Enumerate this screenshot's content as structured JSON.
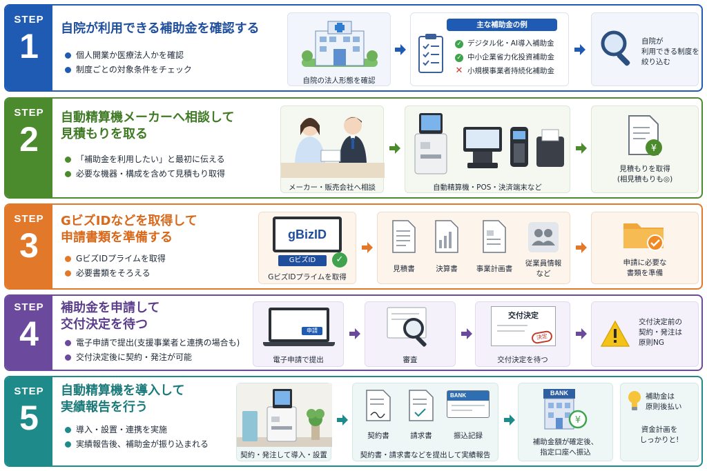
{
  "colors": {
    "step1": "#1f5bb3",
    "step2": "#4c8a2e",
    "step3": "#e2792a",
    "step4": "#6b4a9e",
    "step5": "#1f8a8a",
    "check": "#3fa34d",
    "cross": "#d0342c",
    "warning": "#f3c317"
  },
  "steps": [
    {
      "label": "STEP",
      "number": "1",
      "title_line1": "自院が利用できる補助金を確認する",
      "bullets": [
        "個人開業か医療法人かを確認",
        "制度ごとの対象条件をチェック"
      ],
      "panel1_caption": "自院の法人形態を確認",
      "panel1_icon": "hospital-icon",
      "panel2_header": "主な補助金の例",
      "panel2_items": [
        {
          "text": "デジタル化・AI導入補助金",
          "status": "check"
        },
        {
          "text": "中小企業省力化投資補助金",
          "status": "check"
        },
        {
          "text": "小規模事業者持続化補助金",
          "status": "cross"
        }
      ],
      "panel3_text_line1": "自院が",
      "panel3_text_line2": "利用できる制度を",
      "panel3_text_line3": "絞り込む",
      "panel3_icon": "magnifier-icon"
    },
    {
      "label": "STEP",
      "number": "2",
      "title_line1": "自動精算機メーカーへ相談して",
      "title_line2": "見積もりを取る",
      "bullets": [
        "「補助金を利用したい」と最初に伝える",
        "必要な機器・構成を含めて見積もり取得"
      ],
      "panel1_caption": "メーカー・販売会社へ相談",
      "panel2_caption": "自動精算機・POS・決済端末など",
      "panel3_text_line1": "見積もりを取得",
      "panel3_text_line2": "(相見積もりも◎)",
      "panel3_icon": "yen-document-icon"
    },
    {
      "label": "STEP",
      "number": "3",
      "title_line1": "GビズIDなどを取得して",
      "title_line2": "申請書類を準備する",
      "bullets": [
        "GビズIDプライムを取得",
        "必要書類をそろえる"
      ],
      "panel1_screen": "gBizID",
      "panel1_tag": "GビズID",
      "panel1_caption": "GビズIDプライムを取得",
      "docs": [
        "見積書",
        "決算書",
        "事業計画書",
        "従業員情報"
      ],
      "docs_extra": "など",
      "panel3_text_line1": "申請に必要な",
      "panel3_text_line2": "書類を準備",
      "panel3_icon": "folder-check-icon"
    },
    {
      "label": "STEP",
      "number": "4",
      "title_line1": "補助金を申請して",
      "title_line2": "交付決定を待つ",
      "bullets": [
        "電子申請で提出(支援事業者と連携の場合も)",
        "交付決定後に契約・発注が可能"
      ],
      "panel1_button": "申請",
      "panel1_caption": "電子申請で提出",
      "panel2_caption": "審査",
      "panel3_doc_title": "交付決定",
      "panel3_stamp": "決定",
      "panel3_caption": "交付決定を待つ",
      "panel4_text_line1": "交付決定前の",
      "panel4_text_line2": "契約・発注は",
      "panel4_text_line3": "原則NG"
    },
    {
      "label": "STEP",
      "number": "5",
      "title_line1": "自動精算機を導入して",
      "title_line2": "実績報告を行う",
      "bullets": [
        "導入・設置・連携を実施",
        "実績報告後、補助金が振り込まれる"
      ],
      "panel1_caption": "契約・発注して導入・設置",
      "docs": [
        "契約書",
        "請求書",
        "振込記録"
      ],
      "bank_card": "BANK",
      "panel2_caption": "契約書・請求書などを提出して実績報告",
      "bank_sign": "BANK",
      "panel3_text_line1": "補助金額が確定後、",
      "panel3_text_line2": "指定口座へ振込",
      "tip_line1": "補助金は",
      "tip_line2": "原則後払い",
      "tip_line3": "資金計画を",
      "tip_line4": "しっかりと!"
    }
  ]
}
